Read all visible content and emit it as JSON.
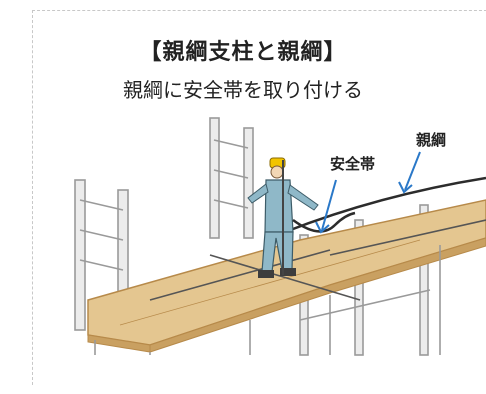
{
  "heading": {
    "title": "【親綱支柱と親綱】",
    "subtitle": "親綱に安全帯を取り付ける"
  },
  "callouts": {
    "lifeline": "親綱",
    "safety_belt": "安全帯"
  },
  "colors": {
    "plank": "#e4c690",
    "plank_edge": "#b78a4a",
    "scaffold": "#e9e9e9",
    "scaffold_edge": "#9a9a9a",
    "worker": "#8fb8c8",
    "helmet": "#f2c400",
    "arrow": "#2a78c8",
    "rope": "#2c2c2c"
  }
}
